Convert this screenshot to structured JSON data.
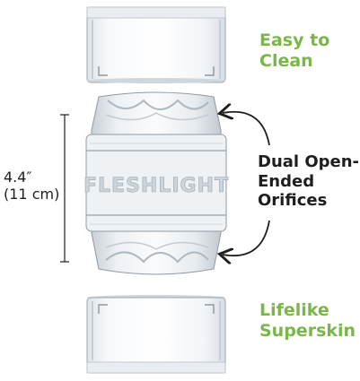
{
  "callouts": {
    "easy_line1": "Easy to",
    "easy_line2": "Clean",
    "dual_line1": "Dual Open-",
    "dual_line2": "Ended",
    "dual_line3": "Orifices",
    "lifelike_line1": "Lifelike",
    "lifelike_line2": "Superskin"
  },
  "measurement": {
    "inches": "4.4″",
    "cm": "(11 cm)"
  },
  "product_embossing": "FLESHLIGHT",
  "colors": {
    "accent_green": "#7ab648",
    "text_dark": "#1e1e1e"
  }
}
